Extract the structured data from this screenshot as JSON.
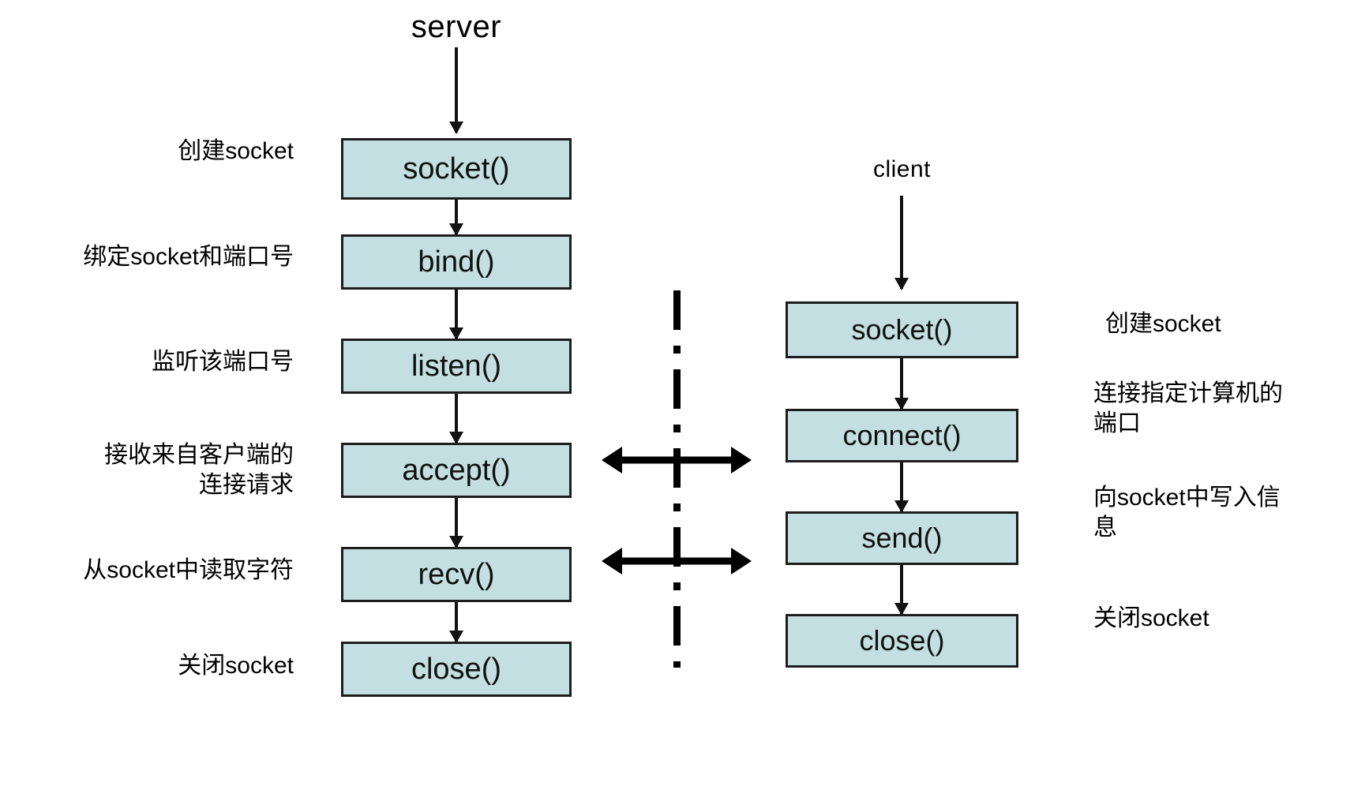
{
  "diagram": {
    "title_server": "server",
    "title_client": "client",
    "box_fill_color": "#c3dfe2",
    "box_border_color": "#1d1d1d",
    "line_color": "#000000",
    "server_column": {
      "header": "server",
      "steps": [
        {
          "label": "socket()",
          "annotation": "创建socket"
        },
        {
          "label": "bind()",
          "annotation": "绑定socket和端口号"
        },
        {
          "label": "listen()",
          "annotation": "监听该端口号"
        },
        {
          "label": "accept()",
          "annotation": "接收来自客户端的\n连接请求"
        },
        {
          "label": "recv()",
          "annotation": "从socket中读取字符"
        },
        {
          "label": "close()",
          "annotation": "关闭socket"
        }
      ]
    },
    "client_column": {
      "header": "client",
      "steps": [
        {
          "label": "socket()",
          "annotation": "创建socket"
        },
        {
          "label": "connect()",
          "annotation": "连接指定计算机的\n端口"
        },
        {
          "label": "send()",
          "annotation": "向socket中写入信\n息"
        },
        {
          "label": "close()",
          "annotation": "关闭socket"
        }
      ]
    },
    "exchange_arrows": [
      {
        "name": "connection-exchange-arrow"
      },
      {
        "name": "data-exchange-arrow"
      }
    ]
  }
}
